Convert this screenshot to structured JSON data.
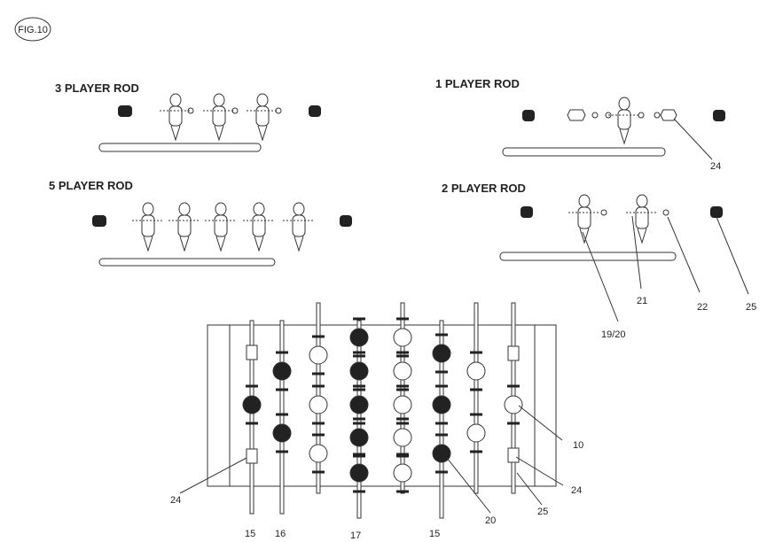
{
  "figure_label": "FIG.10",
  "rod_titles": {
    "three": "3 PLAYER ROD",
    "one": "1 PLAYER ROD",
    "five": "5 PLAYER ROD",
    "two": "2 PLAYER ROD"
  },
  "callouts": {
    "c24_top": "24",
    "c21": "21",
    "c22": "22",
    "c25_top": "25",
    "c1920": "19/20",
    "c10": "10",
    "c24_left": "24",
    "c24_right": "24",
    "c20": "20",
    "c25_bottom": "25",
    "c15a": "15",
    "c16": "16",
    "c17": "17",
    "c15b": "15"
  },
  "colors": {
    "ink": "#222222",
    "paper": "#ffffff"
  }
}
